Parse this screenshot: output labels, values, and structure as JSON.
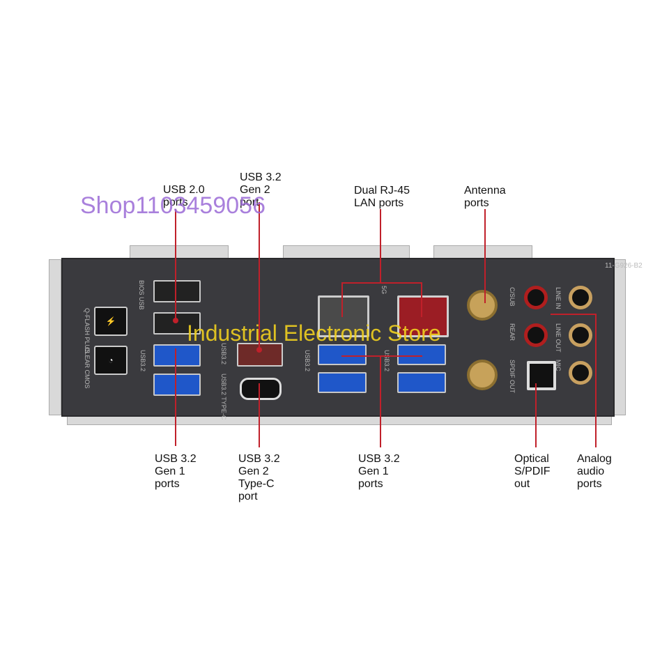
{
  "labels": {
    "usb20": "USB 2.0\nports",
    "usb32g2": "USB 3.2\nGen 2\nport",
    "rj45": "Dual RJ-45\nLAN ports",
    "antenna": "Antenna\nports",
    "usb32g1_left": "USB 3.2\nGen 1\nports",
    "usb32typec": "USB 3.2\nGen 2\nType-C\nport",
    "usb32g1_mid": "USB 3.2\nGen 1\nports",
    "optical": "Optical\nS/PDIF\nout",
    "analog": "Analog\naudio\nports"
  },
  "panel_text": {
    "part_number": "11-G926-B2",
    "qflash": "Q-FLASH\nPLUS",
    "bios_usb": "BIOS\nUSB",
    "clear_cmos": "CLEAR\nCMOS",
    "usb32_a": "USB3.2",
    "usb32_b": "USB3.2",
    "usb32_c": "USB3.2",
    "usb32_d": "USB3.2",
    "typec": "USB3.2\nTYPE-C",
    "lan_5g": "5G",
    "csub": "C/SUB",
    "rear": "REAR",
    "spdif": "SPDIF OUT",
    "line_in": "LINE IN",
    "line_out": "LINE OUT",
    "mic": "MIC"
  },
  "watermarks": {
    "shop": "Shop1103459056",
    "store": "Industrial Electronic Store"
  },
  "colors": {
    "accent_line": "#c0202a",
    "usb_blue": "#1f57c9",
    "lan_red": "#9b1d24",
    "watermark_purple": "#9b6ad6",
    "watermark_yellow": "#f0d020"
  }
}
